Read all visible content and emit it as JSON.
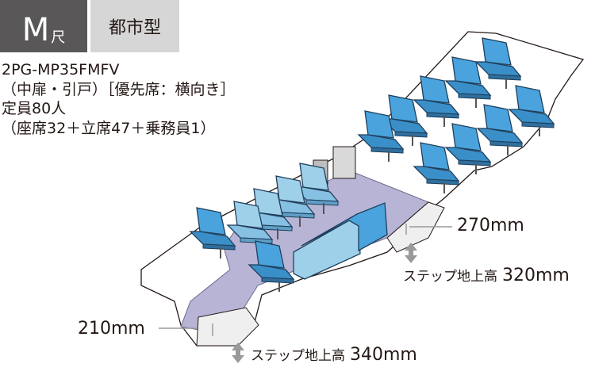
{
  "badge": {
    "size_letter": "M",
    "size_suffix": "尺",
    "type": "都市型"
  },
  "spec_lines": [
    "2PG-MP35FMFV",
    "（中扉・引戸）［優先席：横向き］",
    "定員80人",
    "（座席32＋立席47＋乗務員1）"
  ],
  "dimensions": {
    "rear_floor": "270mm",
    "front_floor": "210mm",
    "rear_step": {
      "label": "ステップ地上高",
      "value": "320mm"
    },
    "front_step": {
      "label": "ステップ地上高",
      "value": "340mm"
    }
  },
  "colors": {
    "seat": "#4aa3dc",
    "seat_priority": "#9fd0ea",
    "floor": "#b7b4d6",
    "body": "#ffffff",
    "badge_dark": "#595757",
    "badge_light": "#d6d6d6"
  }
}
